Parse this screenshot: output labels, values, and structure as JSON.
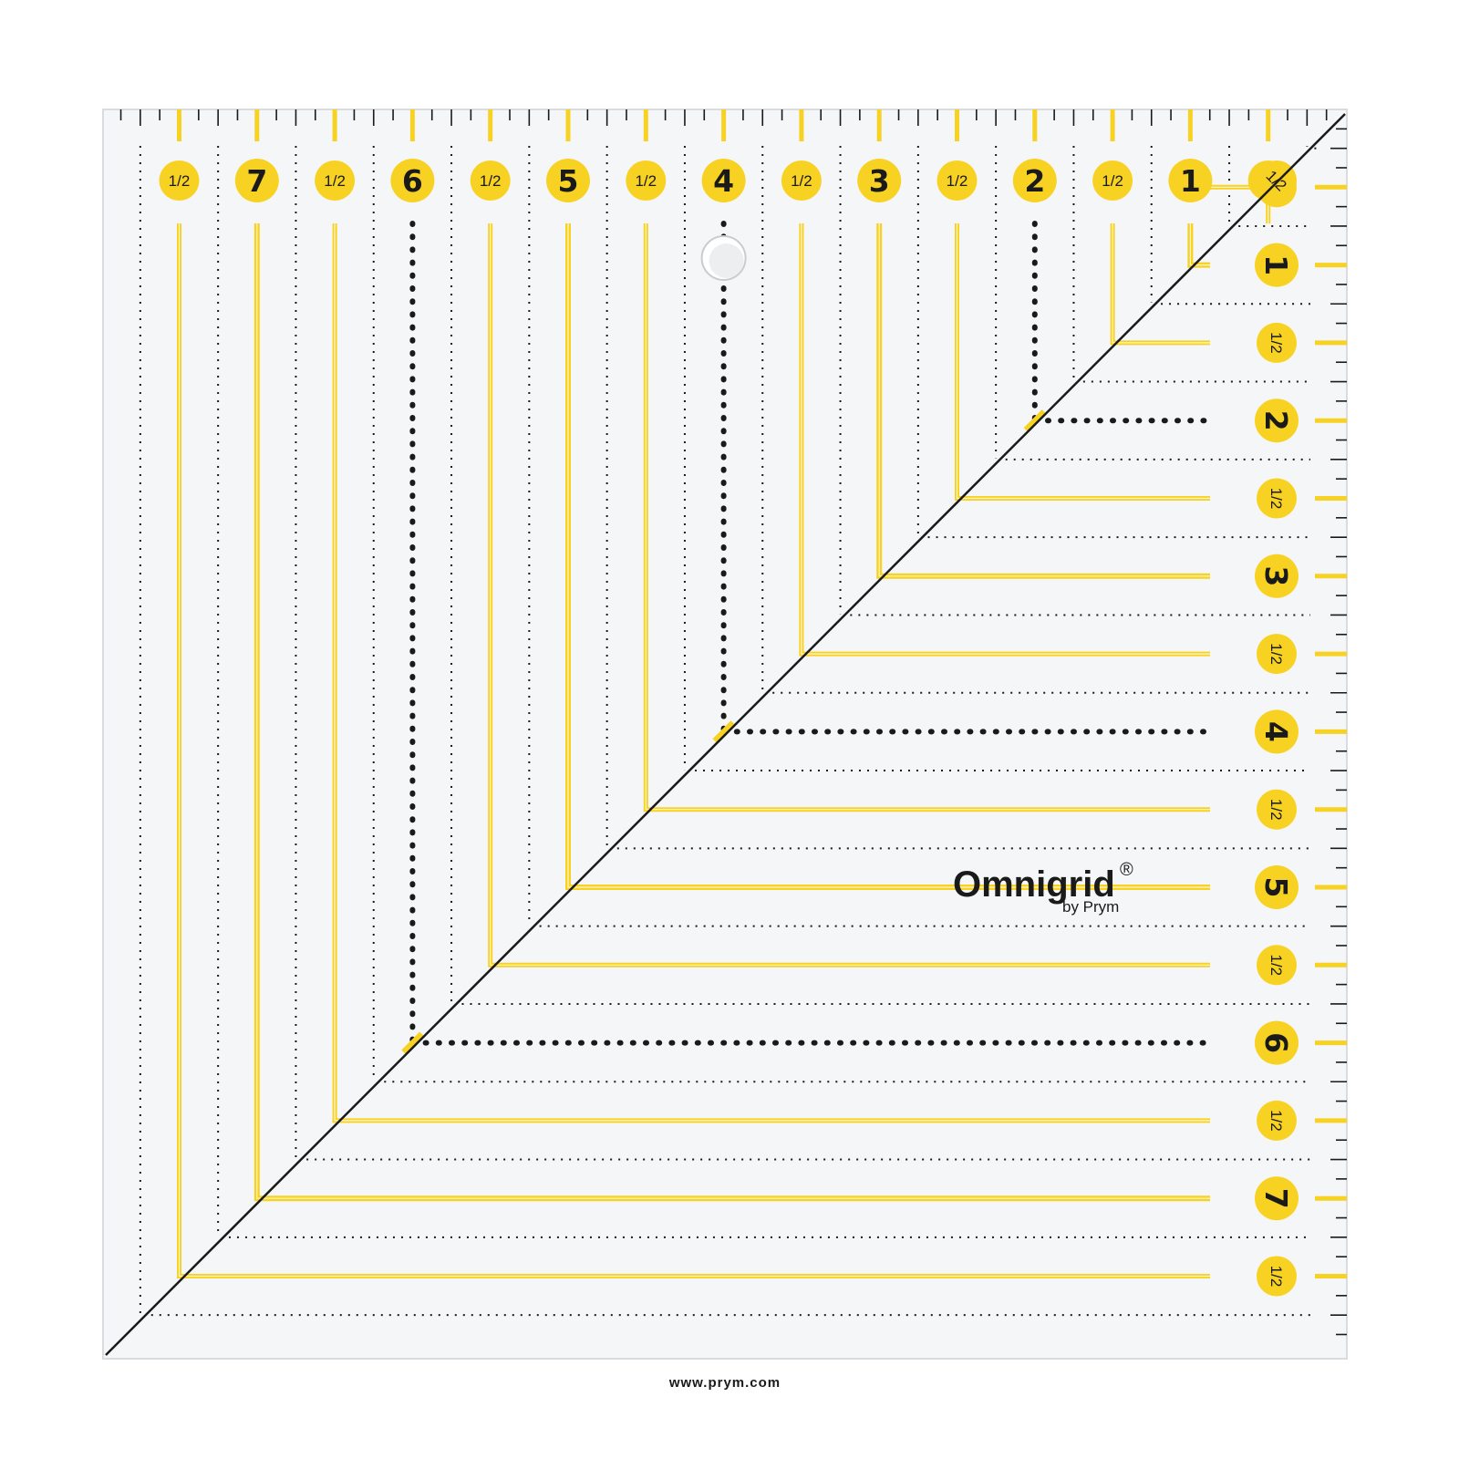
{
  "ruler": {
    "product": "square quilting ruler",
    "size_inches": 8,
    "grid_step_inches": 0.125,
    "has_hanging_hole": true,
    "hole_position_inches": 4
  },
  "brand": {
    "name": "Omnigrid",
    "registered": "®",
    "tagline": "by Prym",
    "url": "www.prym.com"
  },
  "labels": {
    "whole": [
      "1",
      "2",
      "3",
      "4",
      "5",
      "6",
      "7"
    ],
    "half": "1/2"
  },
  "colors": {
    "background": "#ffffff",
    "acrylic": "#f5f6f7",
    "acrylic_edge": "#d9dcde",
    "accent_yellow": "#f8d223",
    "ink": "#1a1a1a"
  }
}
